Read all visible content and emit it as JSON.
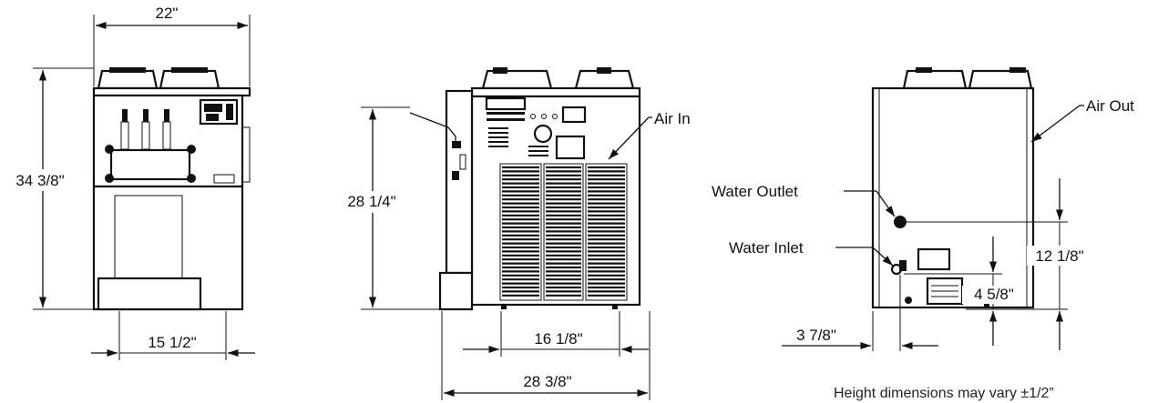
{
  "views": {
    "front": {
      "width_label": "22\"",
      "height_label": "34 3/8\"",
      "base_label": "15 1/2\""
    },
    "side": {
      "height_label": "28 1/4\"",
      "inner_width_label": "16 1/8\"",
      "outer_width_label": "28 3/8\"",
      "callout_air_in": "Air In"
    },
    "rear": {
      "callout_air_out": "Air Out",
      "callout_water_outlet": "Water Outlet",
      "callout_water_inlet": "Water Inlet",
      "outlet_height_label": "12 1/8\"",
      "inlet_height_label": "4 5/8\"",
      "inlet_offset_label": "3 7/8\""
    }
  },
  "note": "Height dimensions may vary ±1/2”"
}
